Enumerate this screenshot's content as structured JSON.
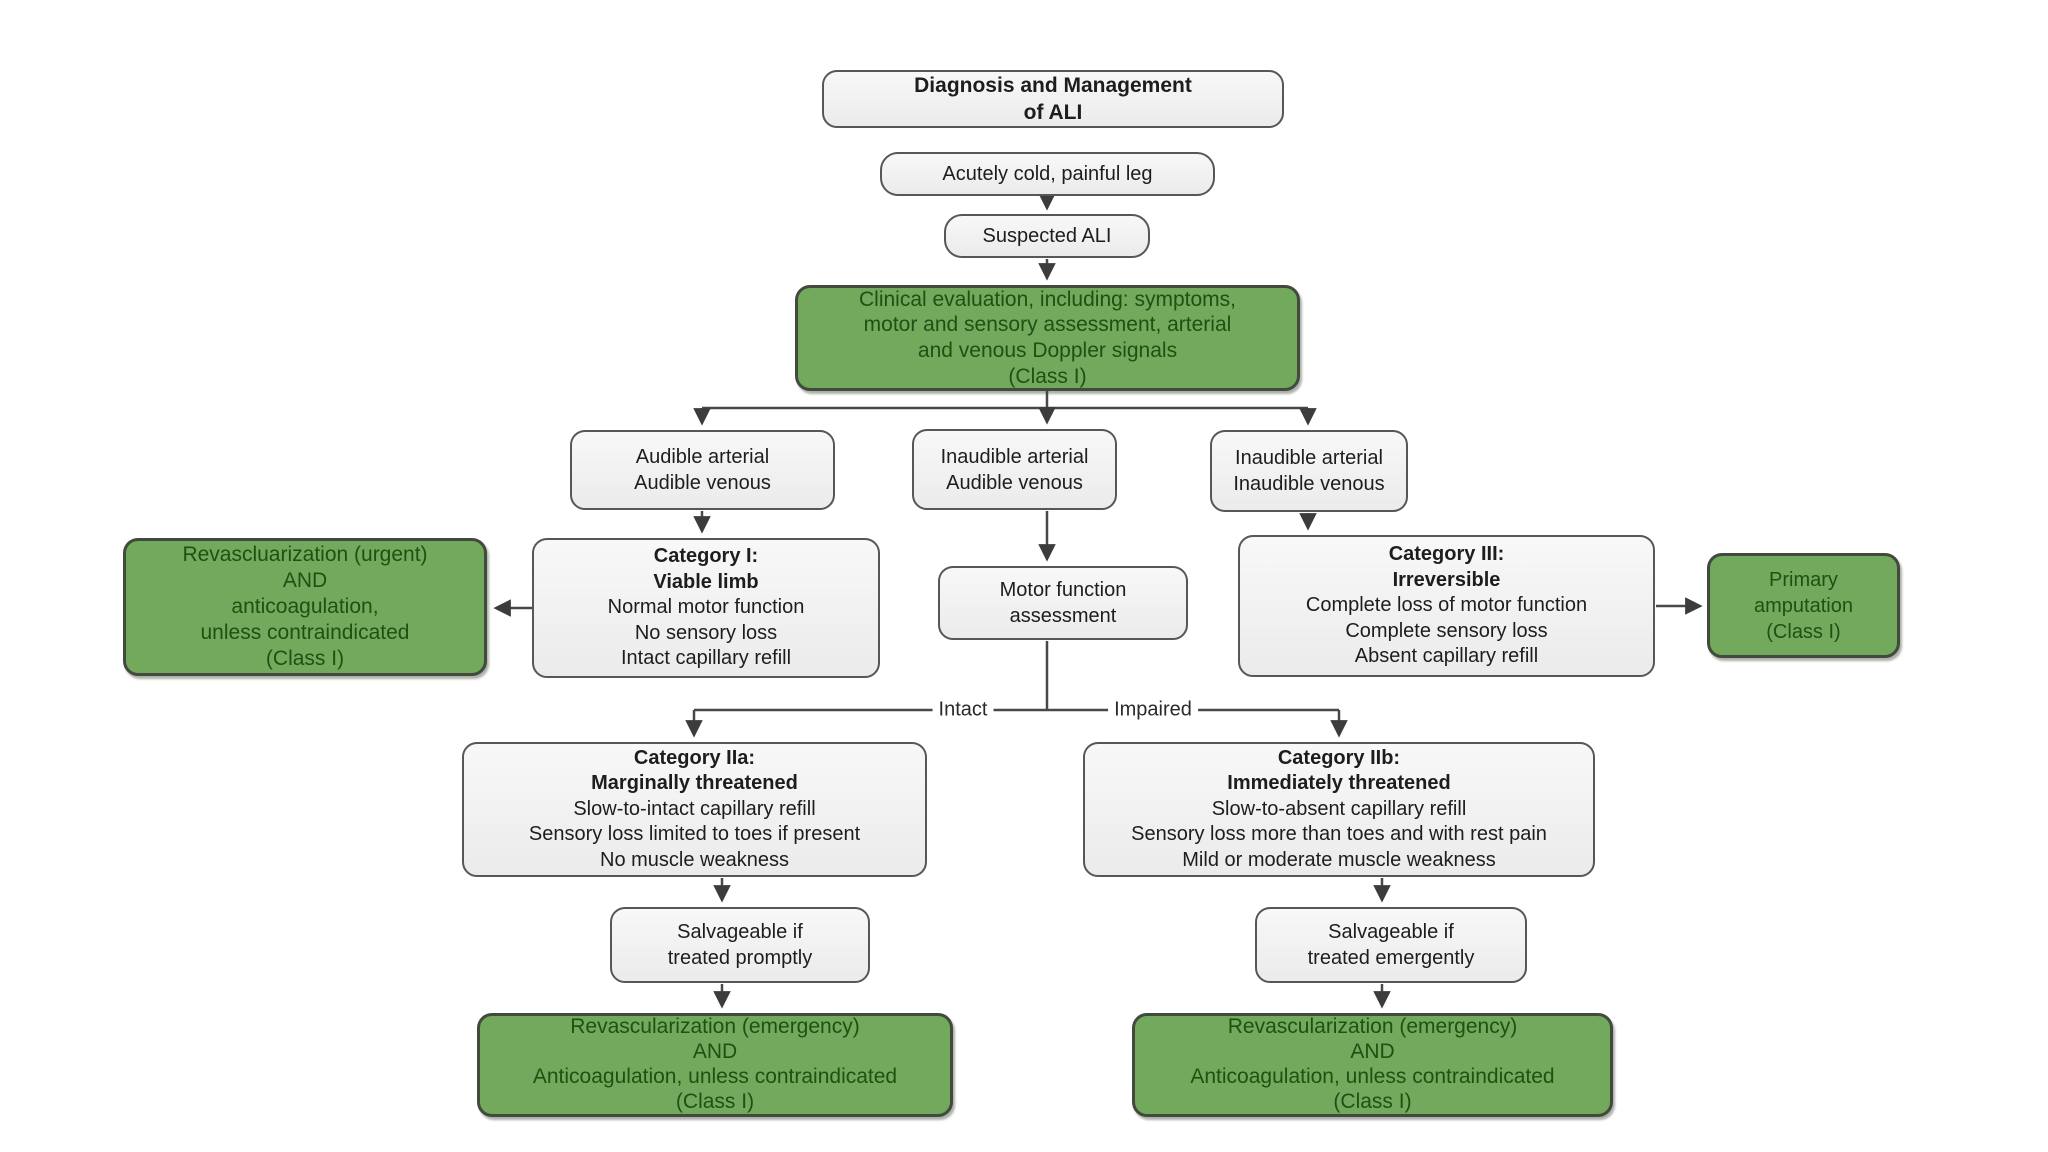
{
  "diagram_type": "flowchart",
  "colors": {
    "green_fill": "#72a95d",
    "green_text": "#1c5212",
    "gray_fill": "#f1f1f1",
    "border_gray": "#57575a",
    "line_color": "#48484b",
    "background": "#ffffff"
  },
  "labels": {
    "intact": "Intact",
    "impaired": "Impaired"
  },
  "nodes": {
    "title": {
      "text": "Diagnosis and Management\nof ALI"
    },
    "acutely_cold": {
      "text": "Acutely cold, painful leg"
    },
    "suspected_ali": {
      "text": "Suspected ALI"
    },
    "clinical_eval": {
      "text": "Clinical evaluation, including: symptoms,\nmotor and sensory assessment, arterial\nand venous Doppler signals\n(Class I)"
    },
    "audible_audible": {
      "text": "Audible arterial\nAudible venous"
    },
    "inaudible_audible": {
      "text": "Inaudible arterial\nAudible venous"
    },
    "inaudible_inaudible": {
      "text": "Inaudible arterial\nInaudible venous"
    },
    "category1": {
      "head": "Category I:\nViable limb",
      "body": "Normal motor function\nNo sensory loss\nIntact capillary refill"
    },
    "revasc_urgent": {
      "text": "Revascluarization (urgent)\nAND\nanticoagulation,\nunless contraindicated\n(Class I)"
    },
    "motor_assessment": {
      "text": "Motor function\nassessment"
    },
    "category3": {
      "head": "Category III:\nIrreversible",
      "body": "Complete loss of motor function\nComplete sensory loss\nAbsent capillary refill"
    },
    "primary_amputation": {
      "text": "Primary\namputation\n(Class I)"
    },
    "category2a": {
      "head": "Category IIa:\nMarginally threatened",
      "body": "Slow-to-intact capillary refill\nSensory loss limited to toes if present\nNo muscle weakness"
    },
    "category2b": {
      "head": "Category IIb:\nImmediately threatened",
      "body": "Slow-to-absent capillary refill\nSensory loss more than toes and with rest pain\nMild or moderate muscle weakness"
    },
    "salvageable_promptly": {
      "text": "Salvageable if\ntreated promptly"
    },
    "salvageable_emergently": {
      "text": "Salvageable if\ntreated emergently"
    },
    "revasc_emergency_left": {
      "text": "Revascularization (emergency)\nAND\nAnticoagulation, unless contraindicated\n(Class I)"
    },
    "revasc_emergency_right": {
      "text": "Revascularization (emergency)\nAND\nAnticoagulation, unless contraindicated\n(Class I)"
    }
  }
}
